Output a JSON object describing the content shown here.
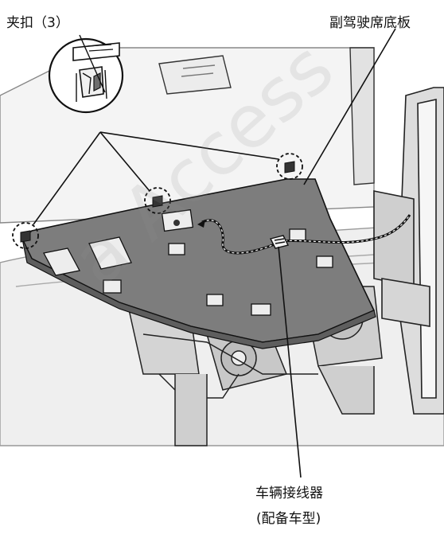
{
  "labels": {
    "clip": "夹扣（3）",
    "panel": "副驾驶席底板",
    "connector": "车辆接线器",
    "connector_note": "(配备车型)"
  },
  "watermark": "a Access",
  "colors": {
    "line": "#111111",
    "panel_fill": "#7d7d7d",
    "panel_shadow": "#5e5e5e",
    "body_fill": "#e9e9e9"
  }
}
